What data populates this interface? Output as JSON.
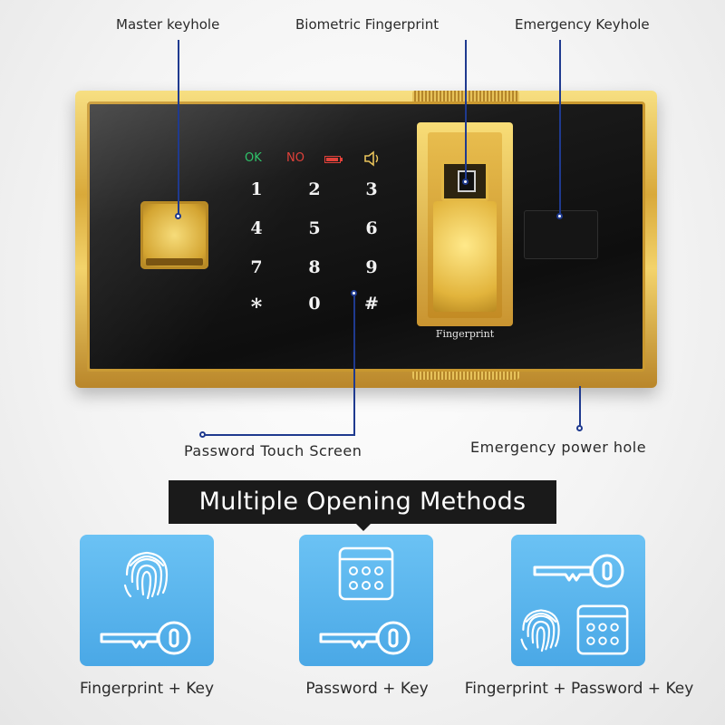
{
  "callouts": {
    "master_keyhole": "Master keyhole",
    "biometric_fingerprint": "Biometric Fingerprint",
    "emergency_keyhole": "Emergency Keyhole",
    "password_touch_screen": "Password Touch Screen",
    "emergency_power_hole": "Emergency power hole"
  },
  "keypad": {
    "status": {
      "ok": "OK",
      "no": "NO"
    },
    "keys": [
      "1",
      "2",
      "3",
      "4",
      "5",
      "6",
      "7",
      "8",
      "9",
      "*",
      "0",
      "#"
    ]
  },
  "fingerprint_label": "Fingerprint",
  "heading": "Multiple Opening Methods",
  "methods": [
    {
      "label": "Fingerprint + Key",
      "icons": [
        "fingerprint-icon",
        "key-icon"
      ]
    },
    {
      "label": "Password + Key",
      "icons": [
        "keypad-icon",
        "key-icon"
      ]
    },
    {
      "label": "Fingerprint + Password + Key",
      "icons": [
        "key-icon",
        "fingerprint-icon",
        "keypad-icon"
      ]
    }
  ],
  "colors": {
    "accent_line": "#1f3a8f",
    "gold": "#d9a93a",
    "card_blue": "#4aa8e6",
    "ok_green": "#2fc46a",
    "no_red": "#e0413a"
  }
}
